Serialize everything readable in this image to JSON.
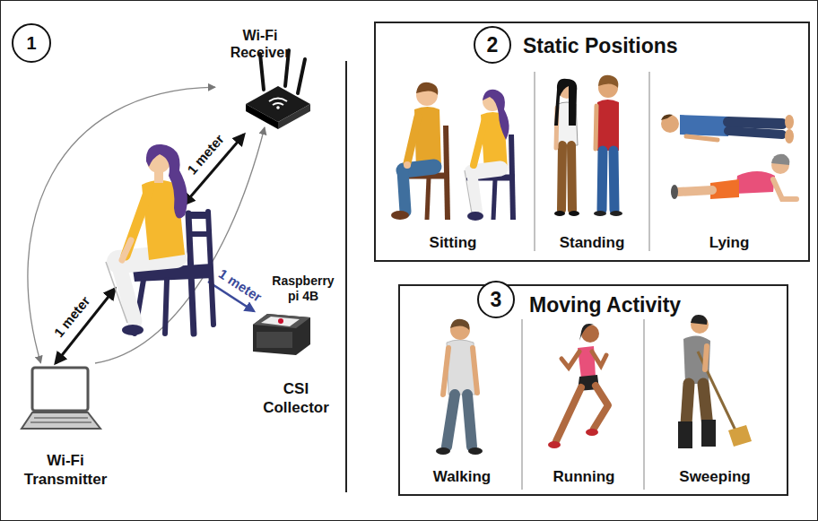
{
  "diagram": {
    "nodes": [
      {
        "text": [
          "1"
        ]
      },
      {
        "text": [
          "Wi-Fi Receiver"
        ]
      },
      {
        "text": [
          "Raspberry pi 4B",
          "CSI Collector"
        ]
      },
      {
        "text": [
          "Wi-Fi Transmitter"
        ]
      },
      {
        "text": [
          "Static Positions"
        ]
      },
      {
        "text": [
          "2"
        ],
        "in": 4
      },
      {
        "text": [
          "Sitting"
        ],
        "in": 4
      },
      {
        "text": [
          "Standing"
        ],
        "in": 4
      },
      {
        "text": [
          "Lying"
        ],
        "in": 4
      },
      {
        "text": [
          "Moving Activity"
        ]
      },
      {
        "text": [
          "3"
        ],
        "in": 9
      },
      {
        "text": [
          "Walking"
        ],
        "in": 9
      },
      {
        "text": [
          "Running"
        ],
        "in": 9
      },
      {
        "text": [
          "Sweeping"
        ],
        "in": 9
      }
    ],
    "edges": [
      {
        "from": 3,
        "to": 1,
        "arrow": "both"
      },
      {
        "from": 3,
        "to": 1,
        "arrow": "to"
      }
    ],
    "labels": [
      "1 meter",
      "1 meter",
      "1 meter"
    ]
  }
}
